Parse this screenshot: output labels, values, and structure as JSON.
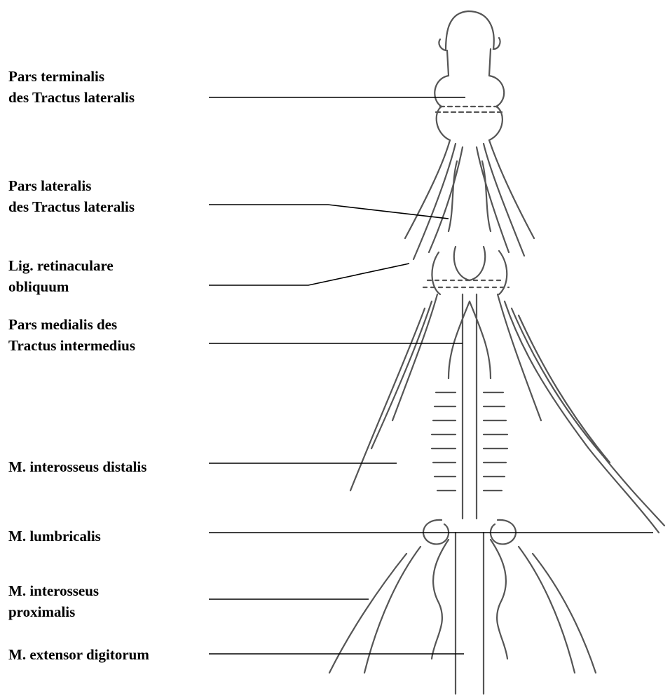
{
  "labels": [
    {
      "id": "pars-terminalis",
      "lines": [
        "Pars terminalis",
        "des Tractus lateralis"
      ]
    },
    {
      "id": "pars-lateralis",
      "lines": [
        "Pars lateralis",
        "des Tractus lateralis"
      ]
    },
    {
      "id": "lig-retinaculare",
      "lines": [
        "Lig. retinaculare",
        "obliquum"
      ]
    },
    {
      "id": "pars-medialis",
      "lines": [
        "Pars medialis des",
        "Tractus intermedius"
      ]
    },
    {
      "id": "interosseus-distalis",
      "lines": [
        "M. interosseus distalis"
      ]
    },
    {
      "id": "lumbricalis",
      "lines": [
        "M. lumbricalis"
      ]
    },
    {
      "id": "interosseus-proximalis",
      "lines": [
        "M. interosseus",
        "proximalis"
      ]
    },
    {
      "id": "extensor-digitorum",
      "lines": [
        "M. extensor digitorum"
      ]
    }
  ],
  "colors": {
    "text": "#000000",
    "leader": "#000000",
    "drawing": "#555555",
    "background": "#ffffff"
  }
}
